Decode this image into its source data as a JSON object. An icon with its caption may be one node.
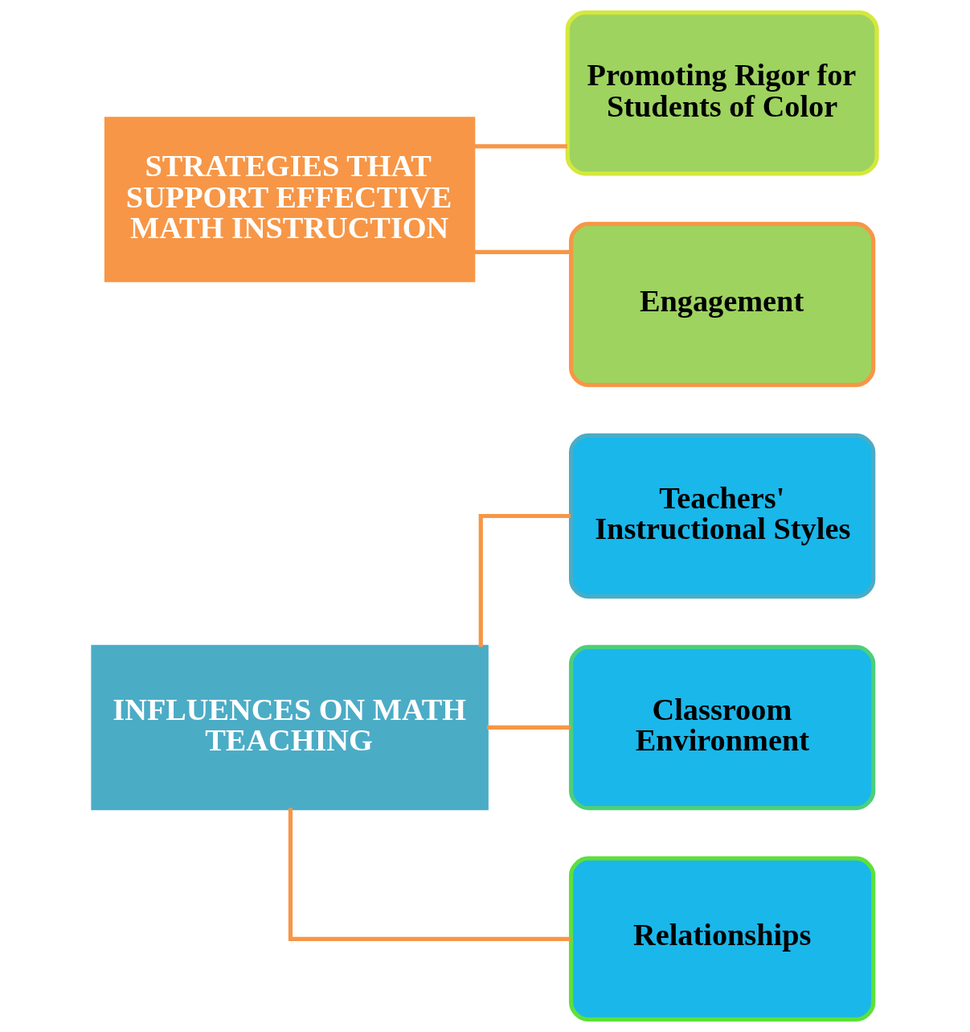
{
  "diagram": {
    "nodes": [
      {
        "text": [
          "INFLUENCES ON MATH TEACHING"
        ]
      },
      {
        "text": [
          "STRATEGIES THAT SUPPORT EFFECTIVE MATH INSTRUCTION"
        ]
      },
      {
        "text": [
          "Teachers' Instructional Styles"
        ]
      },
      {
        "text": [
          "Classroom Environment"
        ]
      },
      {
        "text": [
          "Relationships"
        ]
      },
      {
        "text": [
          "Promoting Rigor for Students of Color"
        ]
      },
      {
        "text": [
          "Engagement"
        ]
      }
    ],
    "edges": [
      {
        "from": 0,
        "to": 2,
        "arrow": "none"
      },
      {
        "from": 0,
        "to": 3,
        "arrow": "none"
      },
      {
        "from": 0,
        "to": 4,
        "arrow": "none"
      },
      {
        "from": 1,
        "to": 5,
        "arrow": "none"
      },
      {
        "from": 1,
        "to": 6,
        "arrow": "none"
      }
    ]
  }
}
